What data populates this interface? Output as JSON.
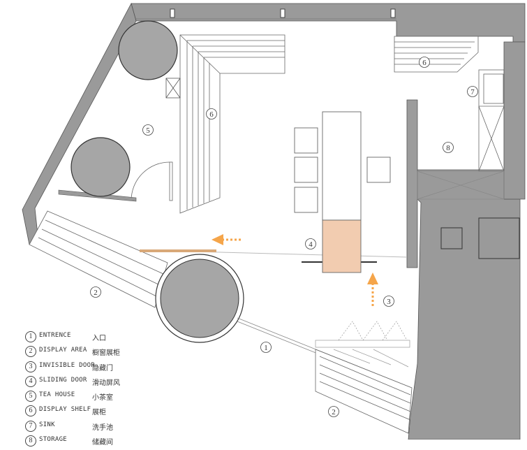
{
  "callouts": [
    {
      "id": "c1",
      "label": "1"
    },
    {
      "id": "c2a",
      "label": "2"
    },
    {
      "id": "c2b",
      "label": "2"
    },
    {
      "id": "c3",
      "label": "3"
    },
    {
      "id": "c4",
      "label": "4"
    },
    {
      "id": "c5",
      "label": "5"
    },
    {
      "id": "c6a",
      "label": "6"
    },
    {
      "id": "c6b",
      "label": "6"
    },
    {
      "id": "c7",
      "label": "7"
    },
    {
      "id": "c8",
      "label": "8"
    }
  ],
  "legend": [
    {
      "num": "1",
      "en": "ENTRENCE",
      "zh": "入口"
    },
    {
      "num": "2",
      "en": "DISPLAY AREA",
      "zh": "橱窗展柜"
    },
    {
      "num": "3",
      "en": "INVISIBLE DOOR",
      "zh": "隐藏门"
    },
    {
      "num": "4",
      "en": "SLIDING DOOR",
      "zh": "滑动屏风"
    },
    {
      "num": "5",
      "en": "TEA HOUSE",
      "zh": "小茶室"
    },
    {
      "num": "6",
      "en": "DISPLAY SHELF",
      "zh": "展柜"
    },
    {
      "num": "7",
      "en": "SINK",
      "zh": "洗手池"
    },
    {
      "num": "8",
      "en": "STORAGE",
      "zh": "储藏间"
    }
  ],
  "colors": {
    "wall": "#9a9a9a",
    "column": "#a6a6a6",
    "accent_orange": "#f5a54a",
    "door_wood": "#d9a878",
    "panel_tan": "#f2ccb0",
    "line": "#555555"
  }
}
